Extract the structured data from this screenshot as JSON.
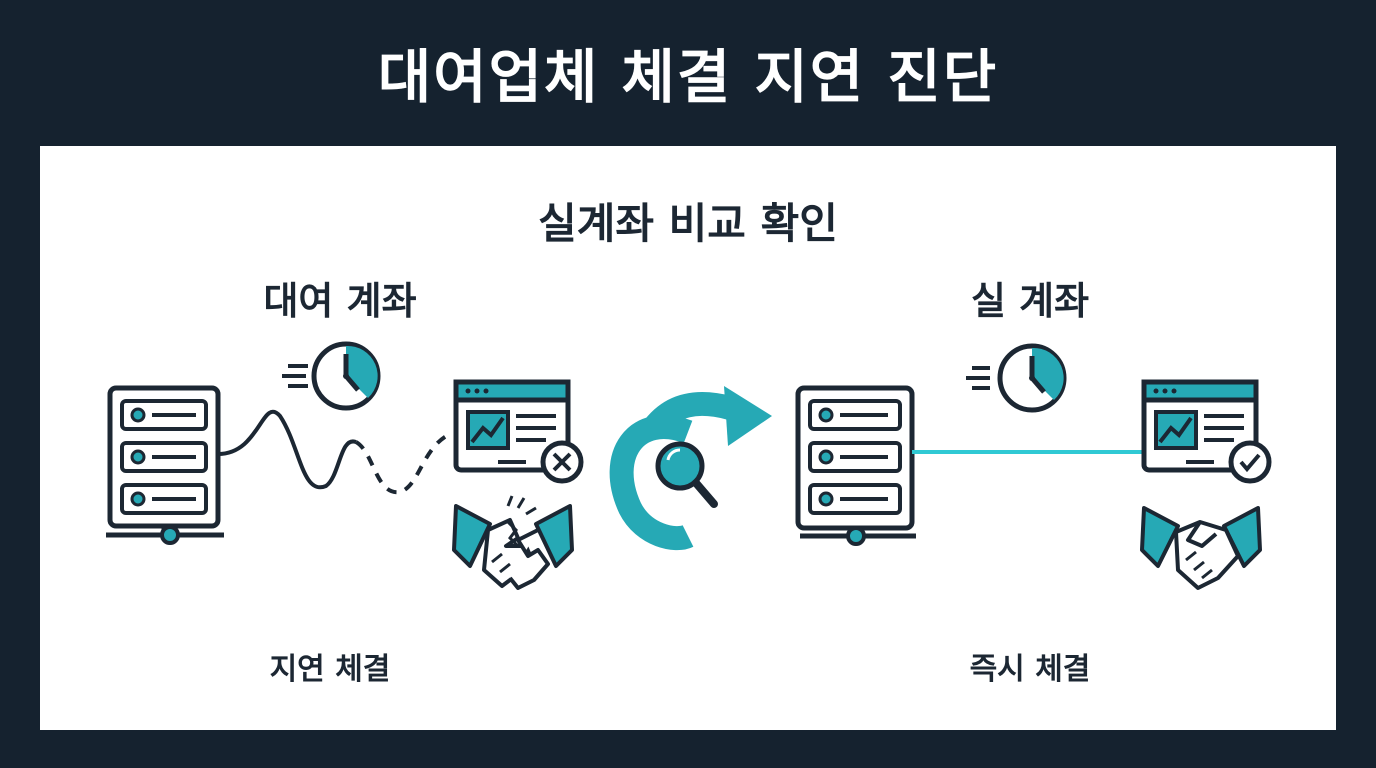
{
  "header": {
    "title": "대여업체 체결 지연 진단"
  },
  "panel": {
    "subtitle": "실계좌 비교 확인",
    "left": {
      "title": "대여 계좌",
      "caption": "지연 체결",
      "status": "fail"
    },
    "right": {
      "title": "실 계좌",
      "caption": "즉시 체결",
      "status": "success"
    }
  },
  "colors": {
    "background": "#15222f",
    "panel": "#ffffff",
    "ink": "#1c2733",
    "accent": "#26a9b5",
    "glow": "#46e3ea"
  },
  "icons": [
    "server-icon",
    "clock-icon",
    "browser-chart-icon",
    "x-circle-icon",
    "broken-handshake-icon",
    "compare-arrow-icon",
    "magnifier-icon",
    "check-circle-icon",
    "handshake-icon"
  ]
}
